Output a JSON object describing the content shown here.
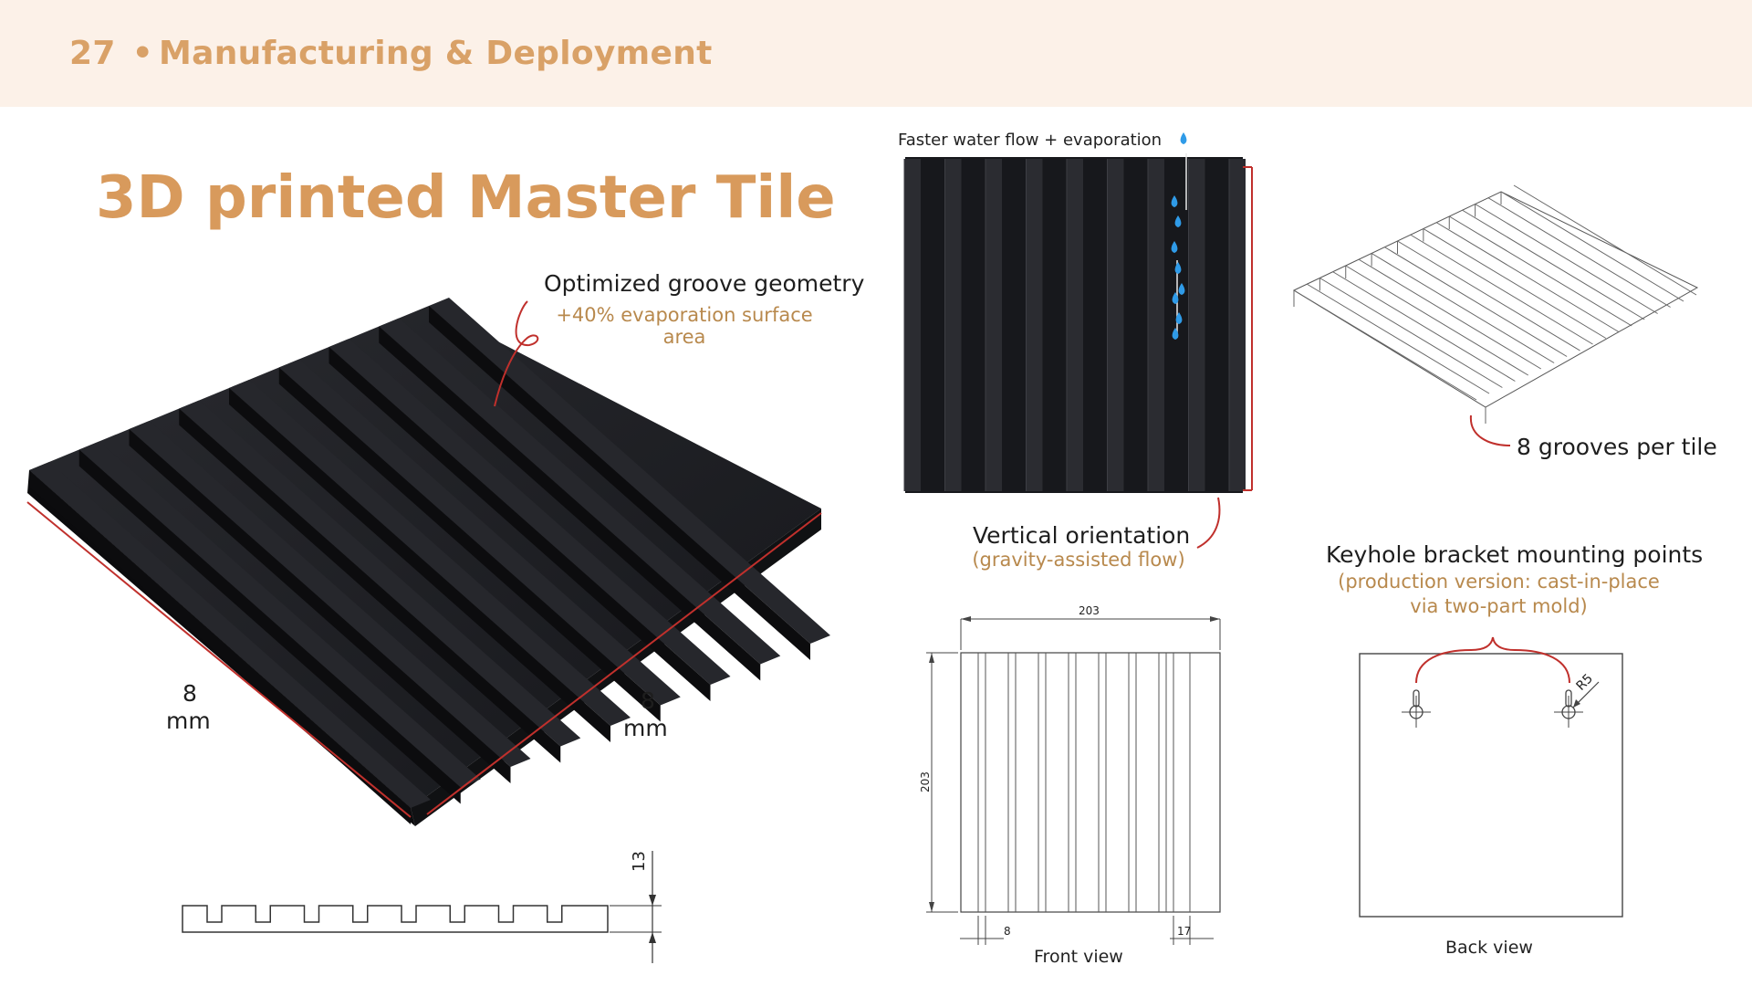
{
  "header": {
    "page_number": "27",
    "section": "Manufacturing & Deployment"
  },
  "title": "3D printed Master Tile",
  "left": {
    "groove_label": "Optimized groove geometry",
    "groove_sub": "+40% evaporation surface area",
    "dim_left_value": "8",
    "dim_left_unit": "mm",
    "dim_right_value": "8",
    "dim_right_unit": "mm",
    "profile_height": "13"
  },
  "middle": {
    "flow_label": "Faster water flow + evaporation",
    "orientation_label": "Vertical orientation",
    "orientation_sub": "(gravity-assisted flow)",
    "front_width": "203",
    "front_height": "203",
    "front_dim_small_left": "8",
    "front_dim_small_right": "17",
    "front_view_label": "Front view"
  },
  "right": {
    "grooves_label": "8 grooves per tile",
    "keyhole_label": "Keyhole bracket mounting points",
    "keyhole_sub": "(production version: cast-in-place via two-part mold)",
    "radius_label": "R5",
    "back_view_label": "Back view"
  },
  "colors": {
    "accent": "#d89a5c",
    "header_bg": "#fcf1e8",
    "annotation_red": "#c0302c",
    "water_blue": "#2f9be8",
    "sub_text": "#b8894d"
  }
}
